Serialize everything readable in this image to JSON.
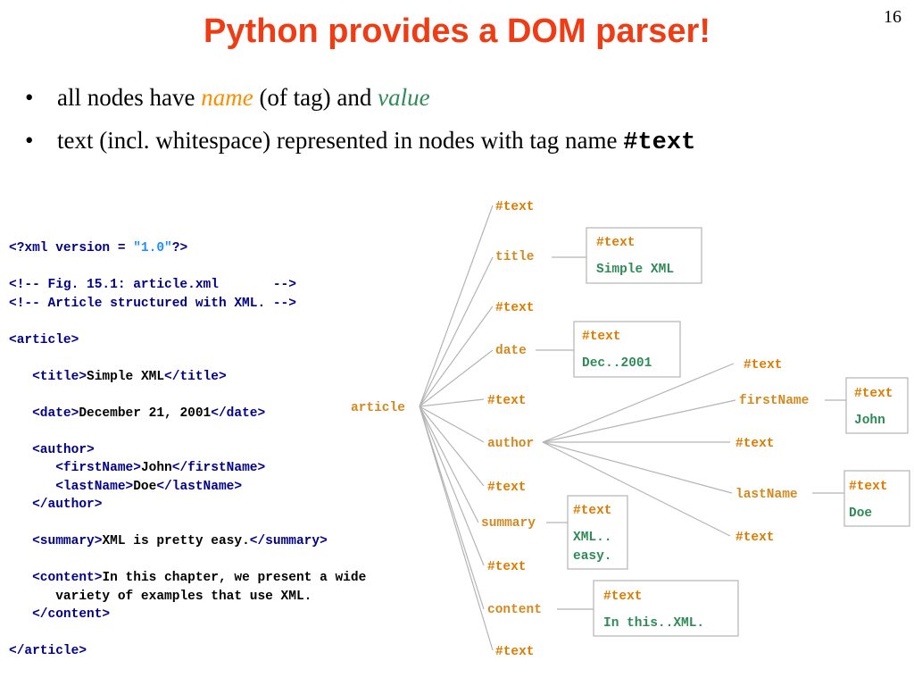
{
  "slide": {
    "title": "Python provides a DOM parser!",
    "page_number": "16"
  },
  "bullets": [
    {
      "before": "all nodes have ",
      "name_word": "name",
      "middle": " (of tag) and ",
      "value_word": "value"
    },
    {
      "before": "text (incl. whitespace) represented in nodes with tag name ",
      "code": "#text"
    }
  ],
  "code": {
    "xml_decl_a": "<?xml version = ",
    "xml_decl_str": "\"1.0\"",
    "xml_decl_b": "?>",
    "comment1": "<!-- Fig. 15.1: article.xml       -->",
    "comment2": "<!-- Article structured with XML. -->",
    "article_open": "<article>",
    "title_open": "<title>",
    "title_text": "Simple XML",
    "title_close": "</title>",
    "date_open": "<date>",
    "date_text": "December 21, 2001",
    "date_close": "</date>",
    "author_open": "<author>",
    "first_open": "<firstName>",
    "first_text": "John",
    "first_close": "</firstName>",
    "last_open": "<lastName>",
    "last_text": "Doe",
    "last_close": "</lastName>",
    "author_close": "</author>",
    "summary_open": "<summary>",
    "summary_text": "XML is pretty easy.",
    "summary_close": "</summary>",
    "content_open": "<content>",
    "content_text1": "In this chapter, we present a wide",
    "content_text2": "variety of examples that use XML.",
    "content_close": "</content>",
    "article_close": "</article>"
  },
  "tree": {
    "root": "article",
    "text_label": "#text",
    "title": "title",
    "date": "date",
    "author": "author",
    "summary": "summary",
    "content": "content",
    "firstName": "firstName",
    "lastName": "lastName",
    "title_value": "Simple XML",
    "date_value": "Dec..2001",
    "first_value": "John",
    "last_value": "Doe",
    "summary_value_1": "XML..",
    "summary_value_2": "easy.",
    "content_value": "In this..XML."
  },
  "colors": {
    "title": "#f03c14",
    "name_highlight": "#ff8c00",
    "value_highlight": "#2e8b57",
    "tag": "#00008b",
    "string": "#1e90ff",
    "text_node": "#e07b00",
    "element_node": "#d2891e",
    "line": "#b4b4b4"
  }
}
